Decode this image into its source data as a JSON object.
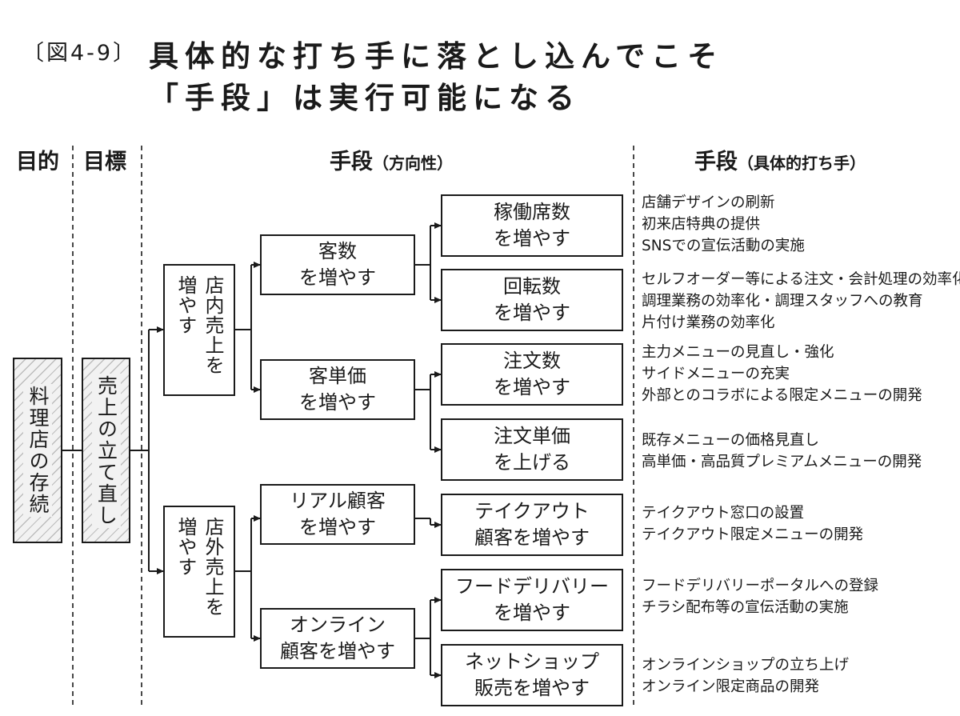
{
  "figure": {
    "label": "〔図4-9〕",
    "title_line1": "具体的な打ち手に落とし込んでこそ",
    "title_line2": "「手段」は実行可能になる"
  },
  "headers": {
    "purpose": "目的",
    "goal": "目標",
    "means_direction": "手段",
    "means_direction_sub": "（方向性）",
    "means_concrete": "手段",
    "means_concrete_sub": "（具体的打ち手）"
  },
  "purpose": "料理店の存続",
  "goal": "売上の立て直し",
  "level1": [
    {
      "col1": "店内売上を",
      "col2": "増やす"
    },
    {
      "col1": "店外売上を",
      "col2": "増やす"
    }
  ],
  "level2": [
    {
      "line1": "客数",
      "line2": "を増やす"
    },
    {
      "line1": "客単価",
      "line2": "を増やす"
    },
    {
      "line1": "リアル顧客",
      "line2": "を増やす"
    },
    {
      "line1": "オンライン",
      "line2": "顧客を増やす"
    }
  ],
  "level3": [
    {
      "line1": "稼働席数",
      "line2": "を増やす"
    },
    {
      "line1": "回転数",
      "line2": "を増やす"
    },
    {
      "line1": "注文数",
      "line2": "を増やす"
    },
    {
      "line1": "注文単価",
      "line2": "を上げる"
    },
    {
      "line1": "テイクアウト",
      "line2": "顧客を増やす"
    },
    {
      "line1": "フードデリバリー",
      "line2": "を増やす"
    },
    {
      "line1": "ネットショップ",
      "line2": "販売を増やす"
    }
  ],
  "tactics": [
    [
      "店舗デザインの刷新",
      "初来店特典の提供",
      "SNSでの宣伝活動の実施"
    ],
    [
      "セルフオーダー等による注文・会計処理の効率化",
      "調理業務の効率化・調理スタッフへの教育",
      "片付け業務の効率化"
    ],
    [
      "主力メニューの見直し・強化",
      "サイドメニューの充実",
      "外部とのコラボによる限定メニューの開発"
    ],
    [
      "既存メニューの価格見直し",
      "高単価・高品質プレミアムメニューの開発"
    ],
    [
      "テイクアウト窓口の設置",
      "テイクアウト限定メニューの開発"
    ],
    [
      "フードデリバリーポータルへの登録",
      "チラシ配布等の宣伝活動の実施"
    ],
    [
      "オンラインショップの立ち上げ",
      "オンライン限定商品の開発"
    ]
  ],
  "colors": {
    "ink": "#1a1a1a",
    "hatch": "#bdbdbd",
    "fill": "#f2f2f2"
  }
}
